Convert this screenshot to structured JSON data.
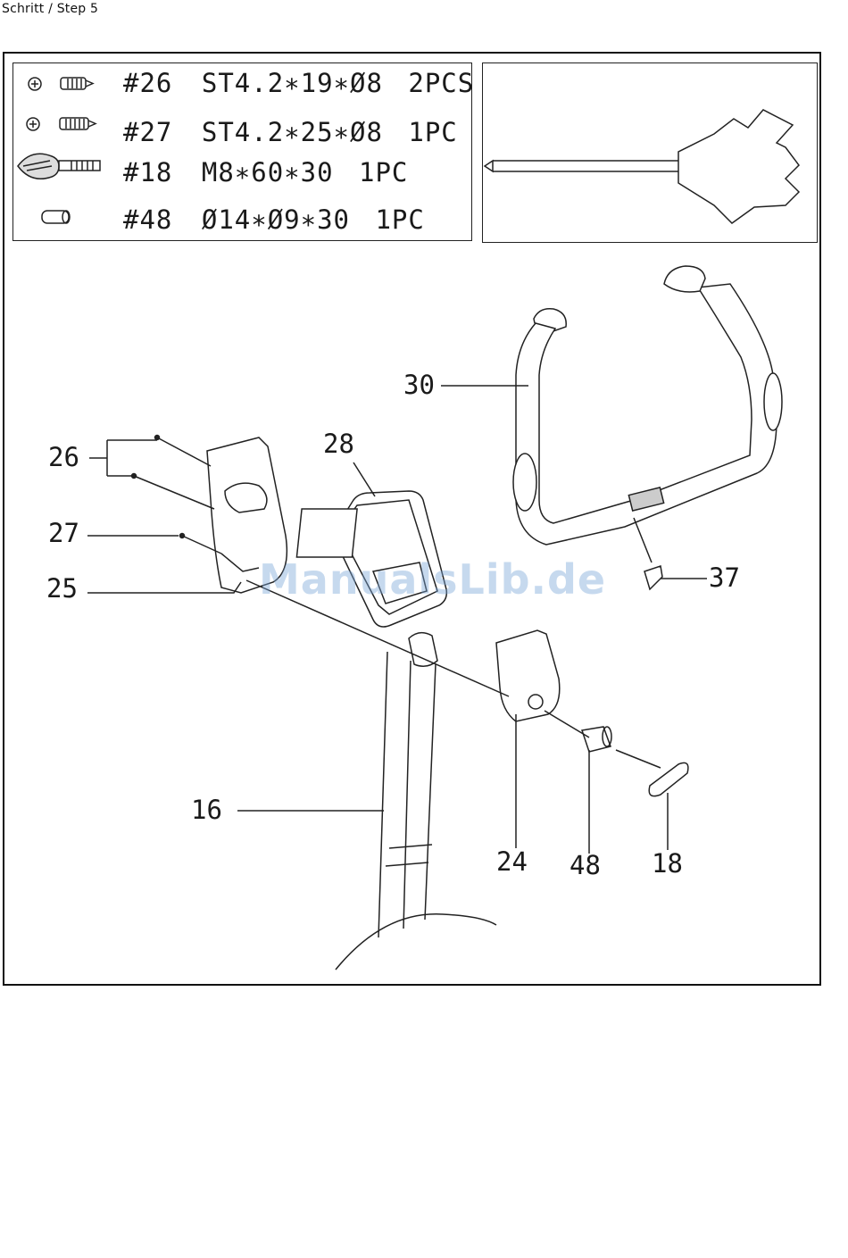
{
  "header": {
    "step_label": "Schritt / Step 5"
  },
  "parts": [
    {
      "id": "#26",
      "spec": "ST4.2∗19∗Ø8",
      "qty": "2PCS",
      "icon": "screw-icon"
    },
    {
      "id": "#27",
      "spec": "ST4.2∗25∗Ø8",
      "qty": "1PC",
      "icon": "screw-icon"
    },
    {
      "id": "#18",
      "spec": "M8∗60∗30",
      "qty": "1PC",
      "icon": "knob-bolt-icon"
    },
    {
      "id": "#48",
      "spec": "Ø14∗Ø9∗30",
      "qty": "1PC",
      "icon": "bushing-icon"
    }
  ],
  "tool": {
    "icon": "multi-tool-screwdriver-icon"
  },
  "callouts": {
    "c30": "30",
    "c26": "26",
    "c28": "28",
    "c27": "27",
    "c25": "25",
    "c37": "37",
    "c16": "16",
    "c24": "24",
    "c48": "48",
    "c18": "18"
  },
  "watermark": "ManualsLib.de"
}
